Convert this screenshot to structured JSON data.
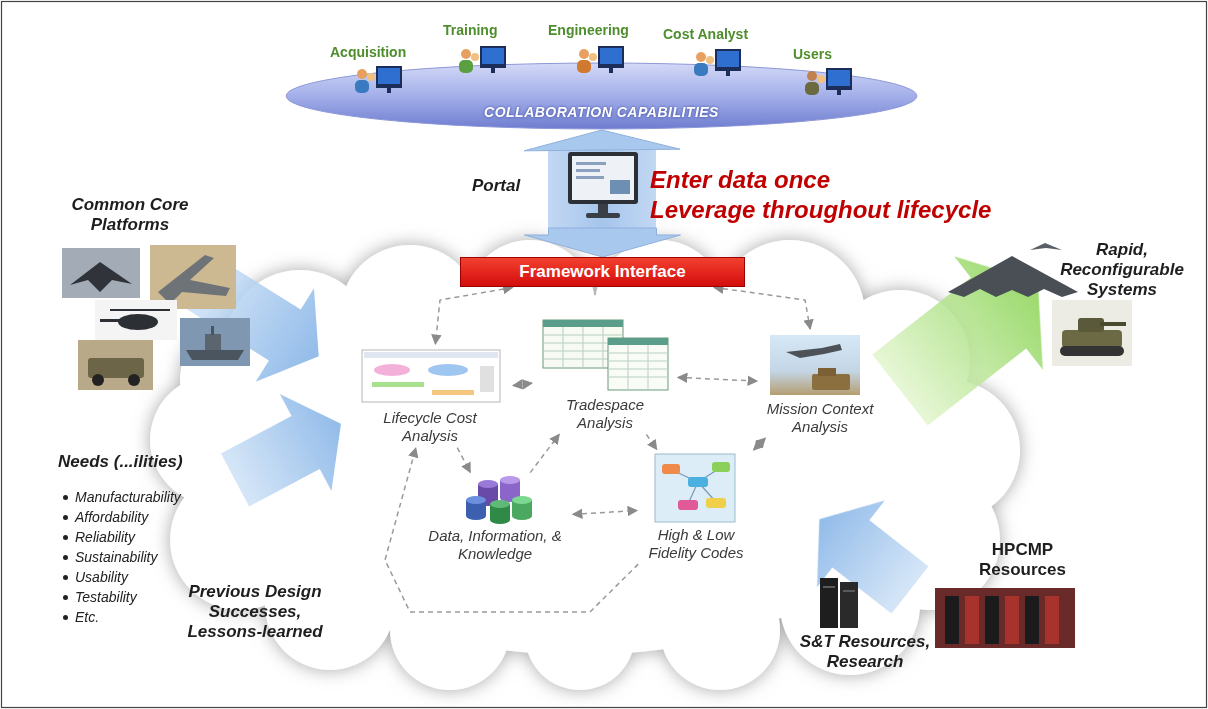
{
  "diagram": {
    "nodes": [
      {
        "text": [
          "COLLABORATION CAPABILITIES"
        ]
      },
      {
        "text": [
          "Portal"
        ]
      },
      {
        "text": [
          "Framework Interface"
        ]
      },
      {
        "text": [
          "Lifecycle Cost Analysis"
        ]
      },
      {
        "text": [
          "Tradespace Analysis"
        ]
      },
      {
        "text": [
          "Mission Context Analysis"
        ]
      },
      {
        "text": [
          "Data, Information, & Knowledge"
        ]
      },
      {
        "text": [
          "High & Low Fidelity Codes"
        ]
      }
    ],
    "edges": [
      {
        "from": 1,
        "to": 0,
        "arrow": "to"
      },
      {
        "from": 1,
        "to": 2,
        "arrow": "to"
      },
      {
        "from": 2,
        "to": 3,
        "arrow": "both"
      },
      {
        "from": 2,
        "to": 5,
        "arrow": "both"
      },
      {
        "from": 3,
        "to": 4,
        "arrow": "both"
      },
      {
        "from": 4,
        "to": 5,
        "arrow": "both"
      },
      {
        "from": 3,
        "to": 6,
        "arrow": "to"
      },
      {
        "from": 6,
        "to": 4,
        "arrow": "to"
      },
      {
        "from": 6,
        "to": 7,
        "arrow": "both"
      },
      {
        "from": 4,
        "to": 7,
        "arrow": "to"
      },
      {
        "from": 7,
        "to": 5,
        "arrow": "both"
      },
      {
        "from": 7,
        "to": 3,
        "arrow": "to"
      }
    ],
    "labels": [
      "Acquisition",
      "Training",
      "Engineering",
      "Cost Analyst",
      "Users",
      "Enter data once",
      "Leverage throughout lifecycle",
      "Common Core Platforms",
      "Needs (...ilities)",
      "Manufacturability",
      "Affordability",
      "Reliability",
      "Sustainability",
      "Usability",
      "Testability",
      "Etc.",
      "Previous Design Successes, Lessons-learned",
      "Rapid, Reconfigurable Systems",
      "HPCMP Resources",
      "S&T Resources, Research"
    ]
  }
}
